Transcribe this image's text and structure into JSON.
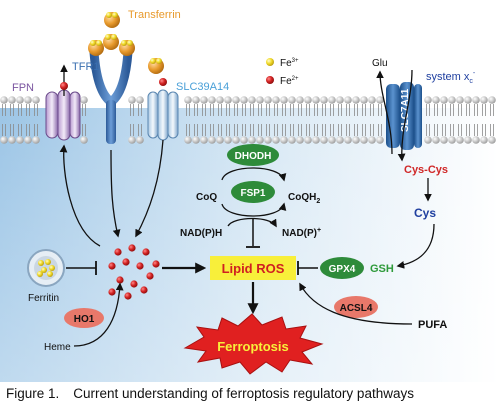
{
  "labels": {
    "transferrin": "Transferrin",
    "tfr1": "TFR1",
    "slc39a14": "SLC39A14",
    "fpn": "FPN",
    "glu": "Glu",
    "system_x": "system x",
    "system_x_sub": "c",
    "system_x_sup": "-",
    "slc7a11": "SLC7A11",
    "fe3": "Fe",
    "fe3_sup": "3+",
    "fe2": "Fe",
    "fe2_sup": "2+",
    "dhodh": "DHODH",
    "fsp1": "FSP1",
    "coq": "CoQ",
    "coqh2": "CoQH",
    "coqh2_sub": "2",
    "nadph": "NAD(P)H",
    "nadp": "NAD(P)",
    "nadp_sup": "+",
    "cys_cys": "Cys-Cys",
    "cys": "Cys",
    "gpx4": "GPX4",
    "gsh": "GSH",
    "lipid_ros": "Lipid ROS",
    "ferritin": "Ferritin",
    "ho1": "HO1",
    "heme": "Heme",
    "acsl4": "ACSL4",
    "pufa": "PUFA",
    "ferroptosis": "Ferroptosis"
  },
  "caption": {
    "number": "Figure 1.",
    "text": "Current understanding of ferroptosis regulatory pathways"
  },
  "colors": {
    "cell_blue": "#a9cde8",
    "membrane_head": "#d8d8d8",
    "green_oval": "#2e8b3a",
    "salmon_oval": "#e8786a",
    "fe3_yellow": "#f2dc2a",
    "fe2_red": "#cc2222",
    "lipid_ros_box": "#f8ef3a",
    "ferroptosis_red": "#e02020",
    "transferrin_orange": "#e89a2c",
    "tfr1_blue": "#3a6fb0",
    "fpn_purple": "#7b55a0",
    "slc_text": "#4aa0d8",
    "cys_red": "#d02828",
    "cys_blue": "#2040a0",
    "gsh_green": "#2e9a3a"
  }
}
